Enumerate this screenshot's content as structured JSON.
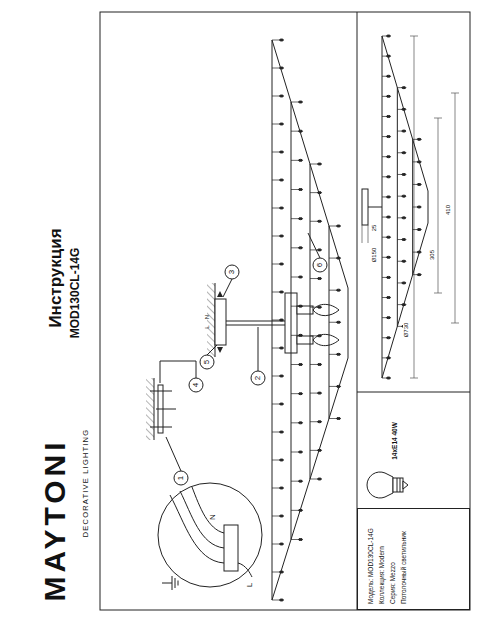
{
  "diagram": {
    "title": "Инструкция",
    "nodes": [
      {
        "text": [
          "Модель: MOD130CL-14G",
          "Коллекция: Modern",
          "Серия: Mezzo",
          "Потолочный светильник"
        ]
      }
    ],
    "labels": [
      "MAYTONI",
      "DECORATIVE LIGHTING",
      "MOD130CL-14G",
      "1",
      "2",
      "3",
      "4",
      "5",
      "6",
      "L",
      "N",
      "L",
      "N",
      "Ø150",
      "25",
      "Ø730",
      "410",
      "305",
      "14xE14 40W"
    ]
  }
}
